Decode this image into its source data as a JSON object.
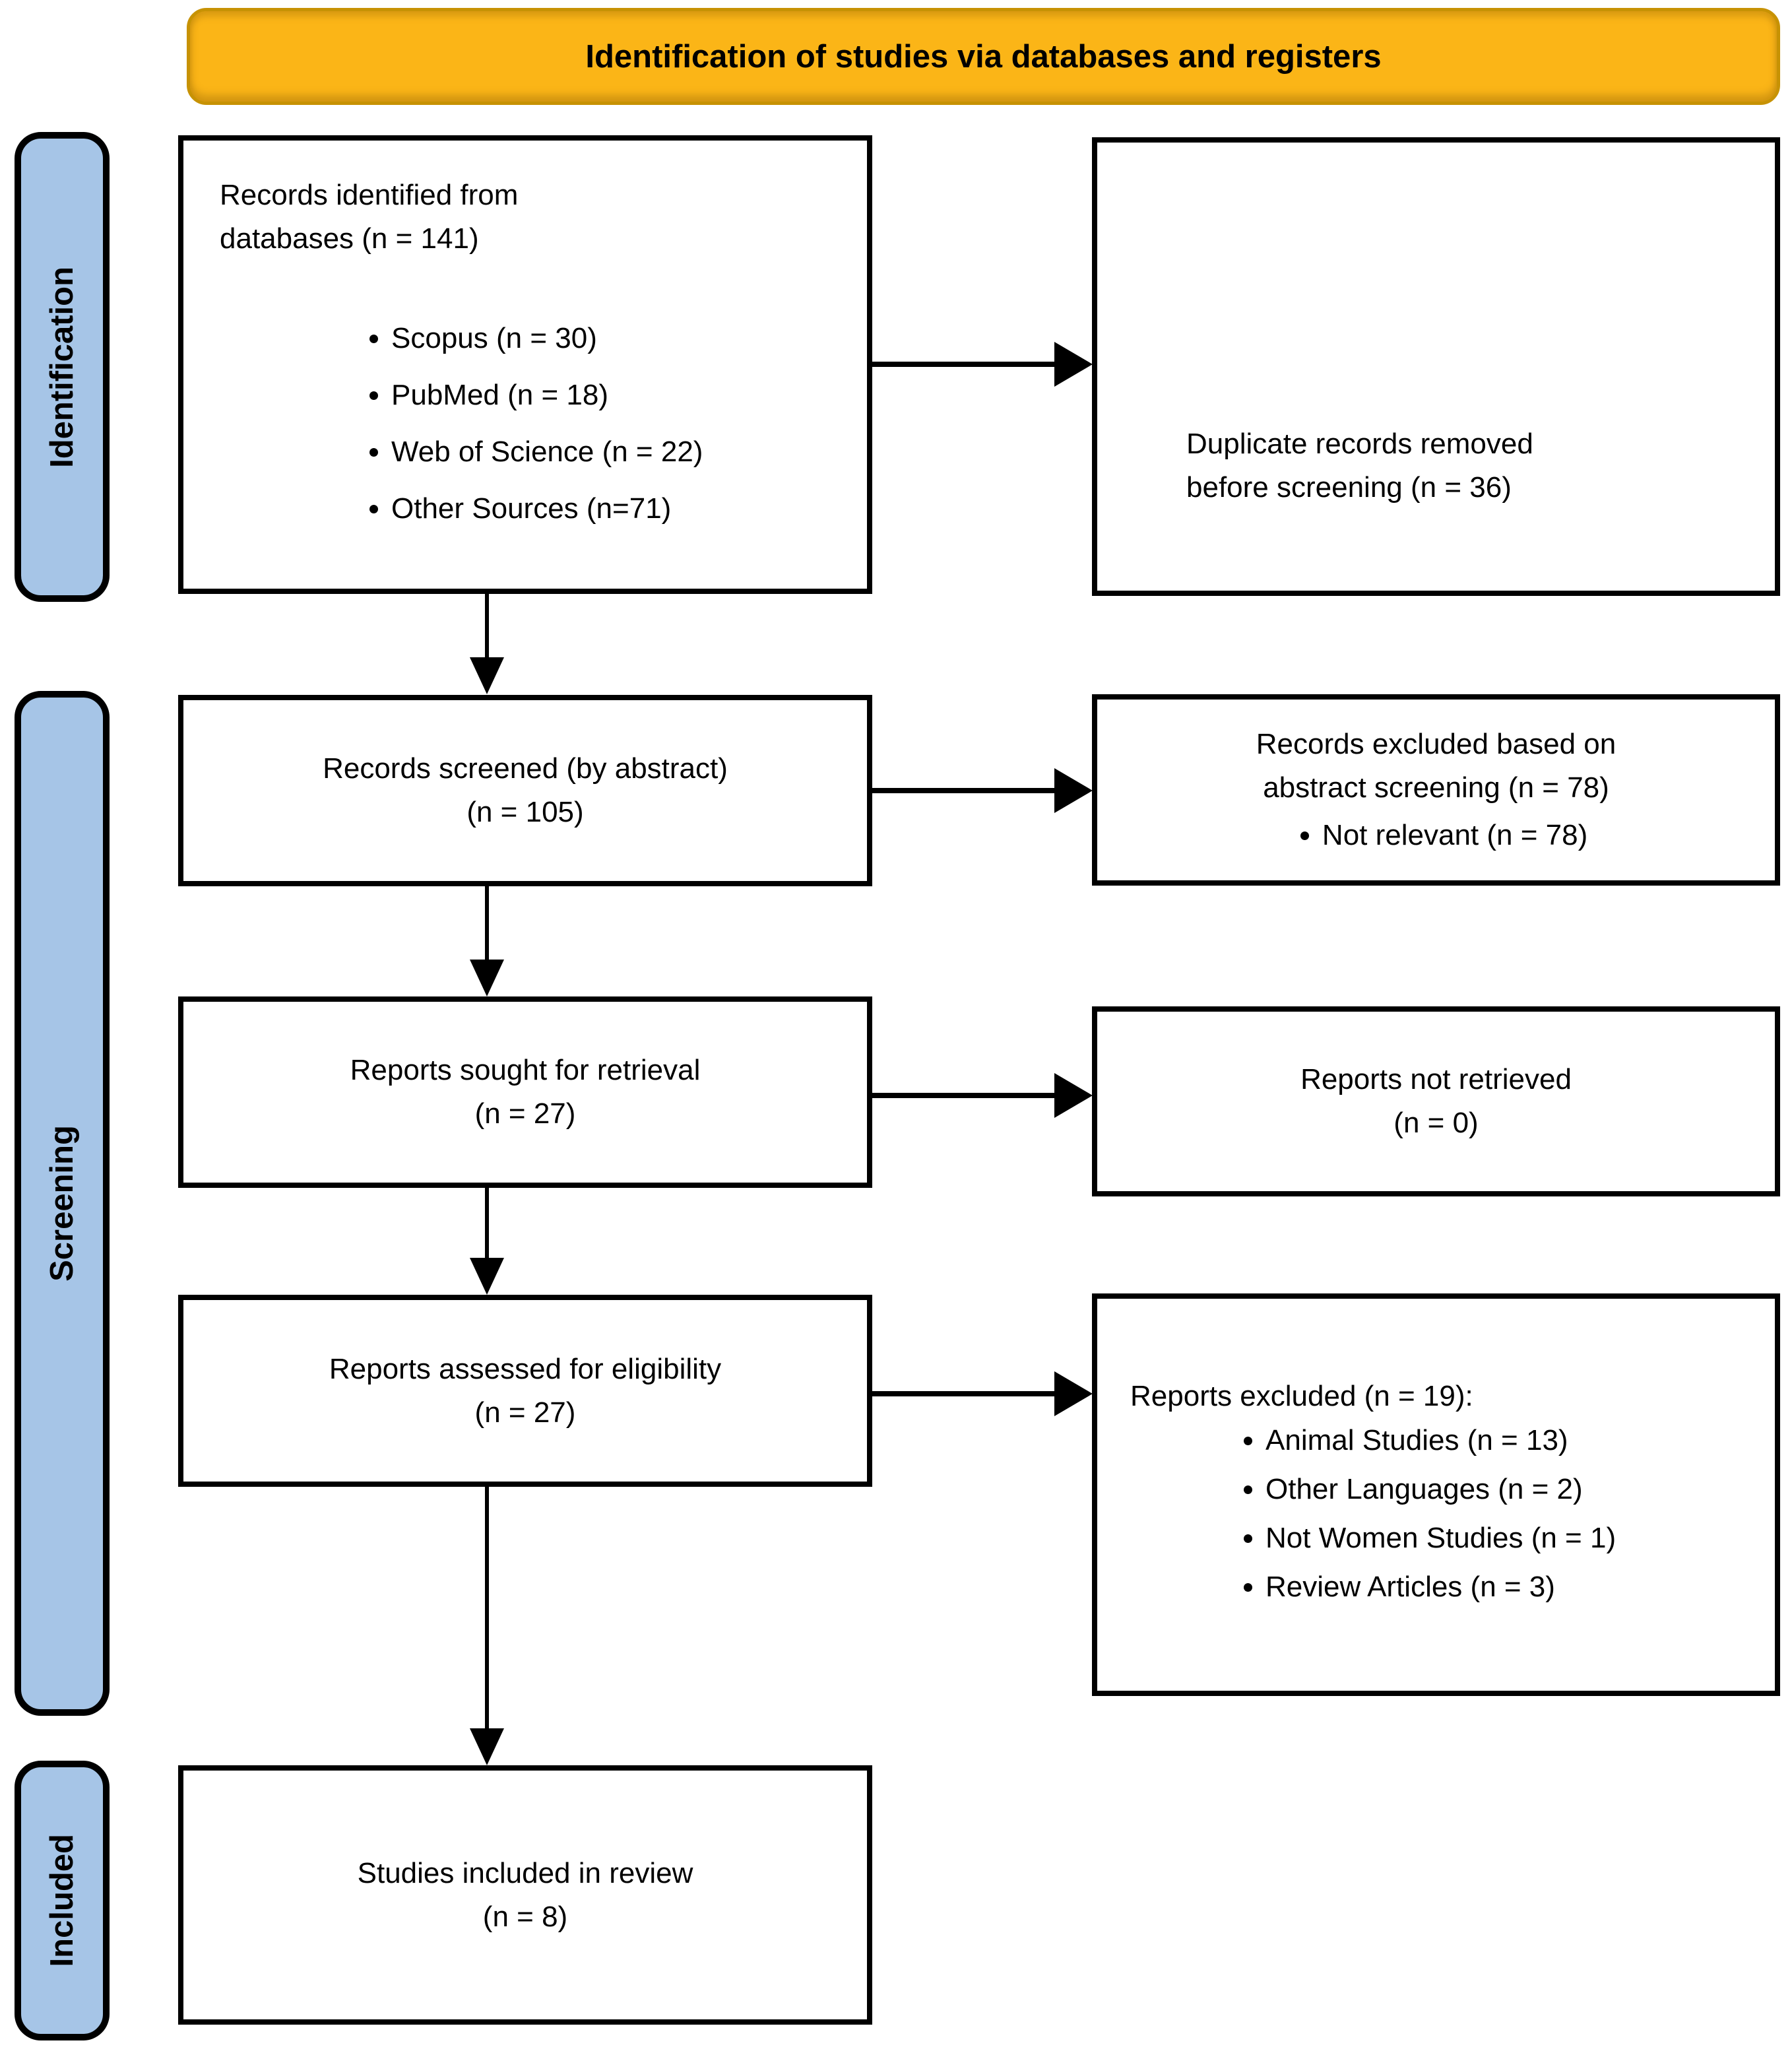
{
  "title": "Identification of studies via databases and registers",
  "stages": {
    "identification": "Identification",
    "screening": "Screening",
    "included": "Included"
  },
  "boxes": {
    "records_identified": {
      "text": "Records identified from\ndatabases (n = 141)",
      "bullets": [
        "Scopus (n = 30)",
        "PubMed (n = 18)",
        "Web of Science (n = 22)",
        "Other Sources (n=71)"
      ]
    },
    "duplicates_removed": {
      "text": "Duplicate records removed\nbefore screening (n = 36)"
    },
    "records_screened": {
      "text": "Records screened (by abstract)\n(n = 105)"
    },
    "records_excluded": {
      "text": "Records excluded based on\nabstract screening (n = 78)",
      "bullets": [
        "Not relevant (n = 78)"
      ]
    },
    "reports_sought": {
      "text": "Reports sought for retrieval\n(n = 27)"
    },
    "reports_not_retrieved": {
      "text": "Reports not retrieved\n(n = 0)"
    },
    "reports_assessed": {
      "text": "Reports assessed for eligibility\n(n = 27)"
    },
    "reports_excluded": {
      "text": "Reports excluded (n = 19):",
      "bullets": [
        "Animal Studies (n = 13)",
        "Other Languages (n = 2)",
        "Not Women Studies (n = 1)",
        "Review Articles (n = 3)"
      ]
    },
    "studies_included": {
      "text": "Studies included in review\n(n = 8)"
    }
  },
  "colors": {
    "banner_fill": "#FBB517",
    "banner_border": "#C79204",
    "stage_fill": "#A6C5E7",
    "stage_border": "#000000",
    "box_bg": "#FFFFFF",
    "box_border": "#000000",
    "arrow_color": "#000000",
    "text_color": "#000000"
  }
}
